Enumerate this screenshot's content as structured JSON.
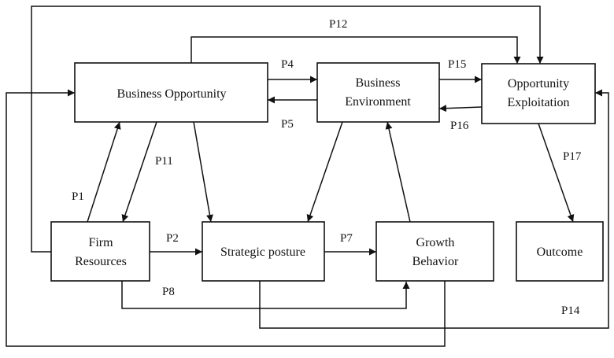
{
  "nodes": {
    "business_opportunity": [
      "Business Opportunity"
    ],
    "business_environment": [
      "Business",
      "Environment"
    ],
    "opportunity_exploitation": [
      "Opportunity",
      "Exploitation"
    ],
    "firm_resources": [
      "Firm",
      "Resources"
    ],
    "strategic_posture": [
      "Strategic posture"
    ],
    "growth_behavior": [
      "Growth",
      "Behavior"
    ],
    "outcome": [
      "Outcome"
    ]
  },
  "edge_labels": {
    "p1": "P1",
    "p2": "P2",
    "p4": "P4",
    "p5": "P5",
    "p7": "P7",
    "p8": "P8",
    "p11": "P11",
    "p12": "P12",
    "p14": "P14",
    "p15": "P15",
    "p16": "P16",
    "p17": "P17"
  }
}
